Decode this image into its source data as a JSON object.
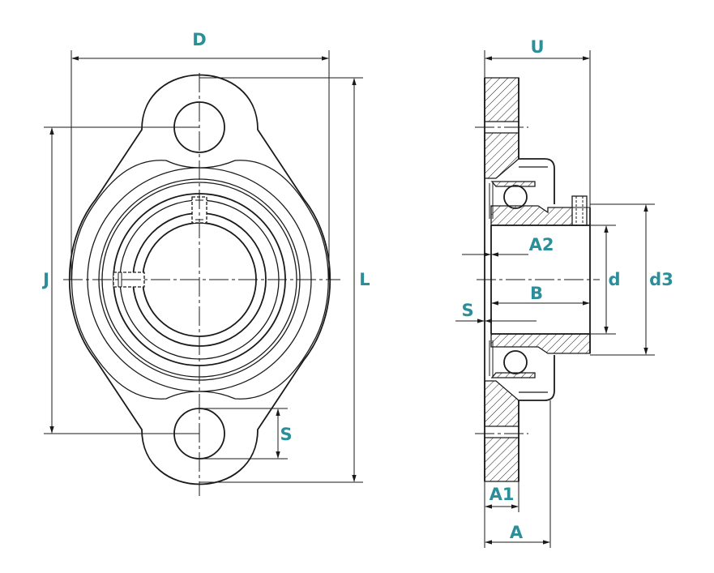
{
  "labels": {
    "front_view": {
      "D": "D",
      "J": "J",
      "L": "L",
      "S": "S"
    },
    "side_view": {
      "U": "U",
      "A2": "A2",
      "B": "B",
      "S": "S",
      "d": "d",
      "d3": "d3",
      "A1": "A1",
      "A": "A"
    }
  },
  "colors": {
    "label": "#2a8f99",
    "line": "#1a1a1a",
    "background": "#ffffff"
  }
}
